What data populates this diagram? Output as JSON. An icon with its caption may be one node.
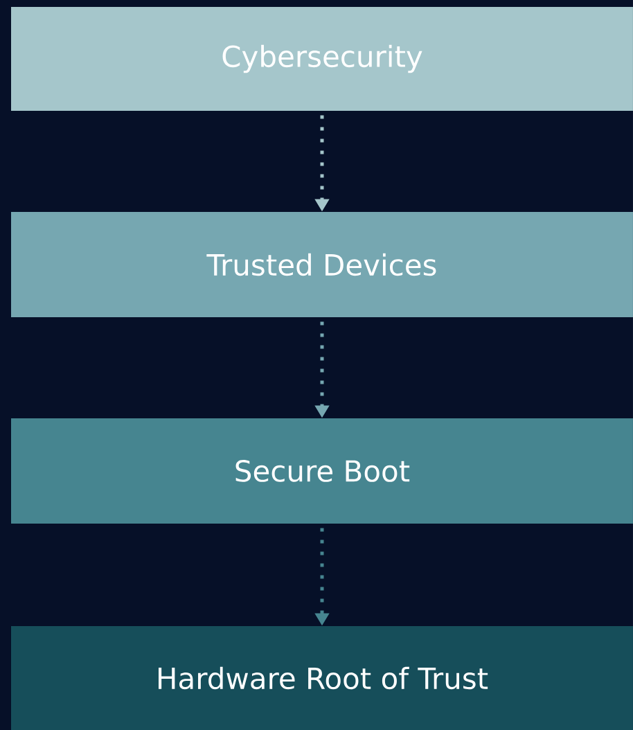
{
  "diagram": {
    "nodes": [
      {
        "text": [
          "Cybersecurity"
        ]
      },
      {
        "text": [
          "Trusted Devices"
        ]
      },
      {
        "text": [
          "Secure Boot"
        ]
      },
      {
        "text": [
          "Hardware Root of Trust"
        ]
      }
    ],
    "edges": [
      {
        "from": 0,
        "to": 1,
        "arrow": "to",
        "style": "dashed",
        "color": "#a5c6cb"
      },
      {
        "from": 1,
        "to": 2,
        "arrow": "to",
        "style": "dashed",
        "color": "#76a7b1"
      },
      {
        "from": 2,
        "to": 3,
        "arrow": "to",
        "style": "dashed",
        "color": "#468590"
      }
    ]
  }
}
